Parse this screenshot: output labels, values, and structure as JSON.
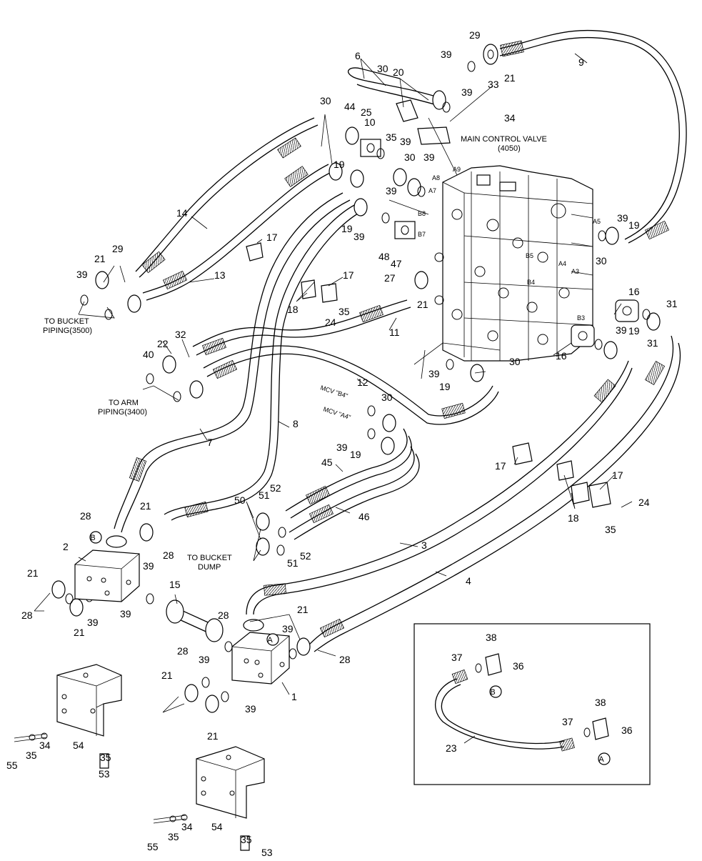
{
  "diagram": {
    "main_valve": {
      "title": "MAIN CONTROL VALVE",
      "code": "(4050)"
    },
    "notes": {
      "bucket_piping_1": "TO BUCKET",
      "bucket_piping_2": "PIPING(3500)",
      "arm_piping_1": "TO ARM",
      "arm_piping_2": "PIPING(3400)",
      "bucket_dump_1": "TO BUCKET",
      "bucket_dump_2": "DUMP",
      "mcv_b4": "MCV \"B4\"",
      "mcv_a4": "MCV \"A4\""
    },
    "port_labels": [
      "A9",
      "A8",
      "A7",
      "B8",
      "B7",
      "B5",
      "A5",
      "A4",
      "A3",
      "B4",
      "B3"
    ],
    "detail_callouts": {
      "a": "A",
      "b": "B"
    },
    "part_numbers": [
      "1",
      "2",
      "3",
      "4",
      "6",
      "7",
      "8",
      "9",
      "10",
      "11",
      "12",
      "13",
      "14",
      "15",
      "16",
      "16",
      "17",
      "17",
      "17",
      "17",
      "18",
      "18",
      "19",
      "19",
      "19",
      "19",
      "19",
      "19",
      "20",
      "21",
      "21",
      "21",
      "21",
      "21",
      "21",
      "21",
      "21",
      "21",
      "22",
      "23",
      "24",
      "24",
      "25",
      "27",
      "28",
      "28",
      "28",
      "28",
      "28",
      "28",
      "29",
      "29",
      "30",
      "30",
      "30",
      "30",
      "30",
      "30",
      "31",
      "31",
      "32",
      "33",
      "34",
      "34",
      "34",
      "35",
      "35",
      "35",
      "35",
      "35",
      "35",
      "35",
      "36",
      "36",
      "37",
      "37",
      "38",
      "38",
      "39",
      "39",
      "39",
      "39",
      "39",
      "39",
      "39",
      "39",
      "39",
      "39",
      "39",
      "39",
      "39",
      "39",
      "39",
      "39",
      "39",
      "40",
      "44",
      "45",
      "46",
      "47",
      "48",
      "50",
      "51",
      "51",
      "52",
      "52",
      "53",
      "53",
      "54",
      "54",
      "55",
      "55"
    ]
  }
}
